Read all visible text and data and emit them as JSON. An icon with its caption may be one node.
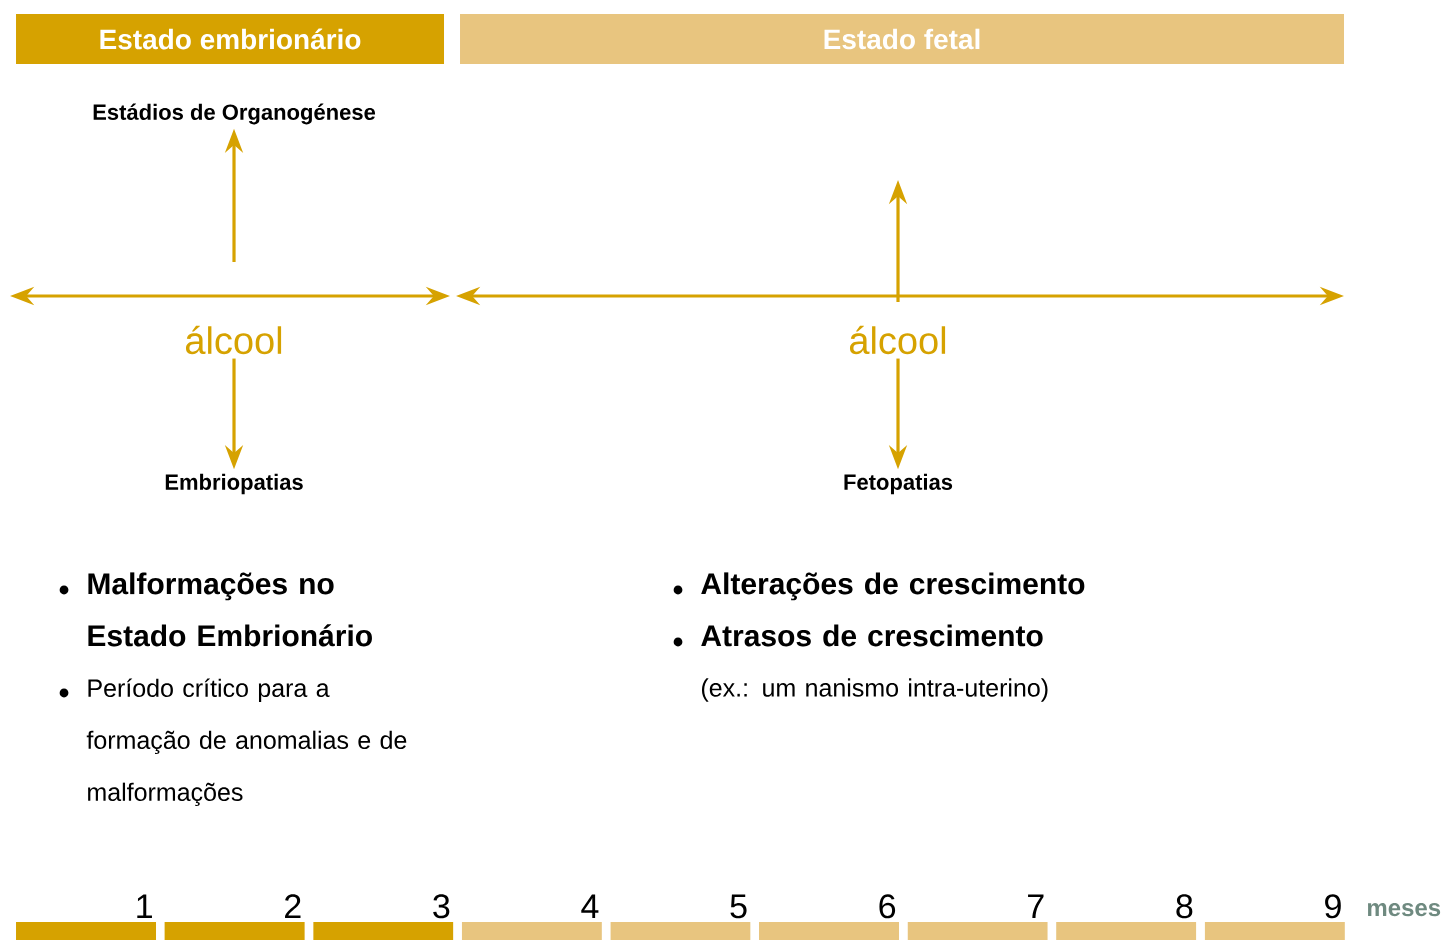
{
  "diagram": {
    "nodes": [
      {
        "text": [
          "Estado embrionário"
        ]
      },
      {
        "text": [
          "Estado fetal"
        ]
      },
      {
        "text": [
          "Estádios de Organogénese"
        ]
      },
      {
        "text": [
          "álcool"
        ]
      },
      {
        "text": [
          "álcool"
        ]
      },
      {
        "text": [
          "Embriopatias"
        ]
      },
      {
        "text": [
          "Fetopatias"
        ]
      }
    ],
    "edges": [
      {
        "from": 3,
        "to": 2,
        "arrow": "to"
      },
      {
        "from": 4,
        "to": null,
        "arrow": "to"
      },
      {
        "from": 3,
        "to": 5,
        "arrow": "to"
      },
      {
        "from": 4,
        "to": 6,
        "arrow": "to"
      }
    ],
    "labels": [
      "Malformações no Estado Embrionário",
      "Alterações de crescimento",
      "Atrasos de crescimento",
      "Período crítico para a formação de anomalias e de malformações",
      "(ex.: um nanismo intra-uterino)",
      "1",
      "2",
      "3",
      "4",
      "5",
      "6",
      "7",
      "8",
      "9",
      "meses"
    ]
  }
}
